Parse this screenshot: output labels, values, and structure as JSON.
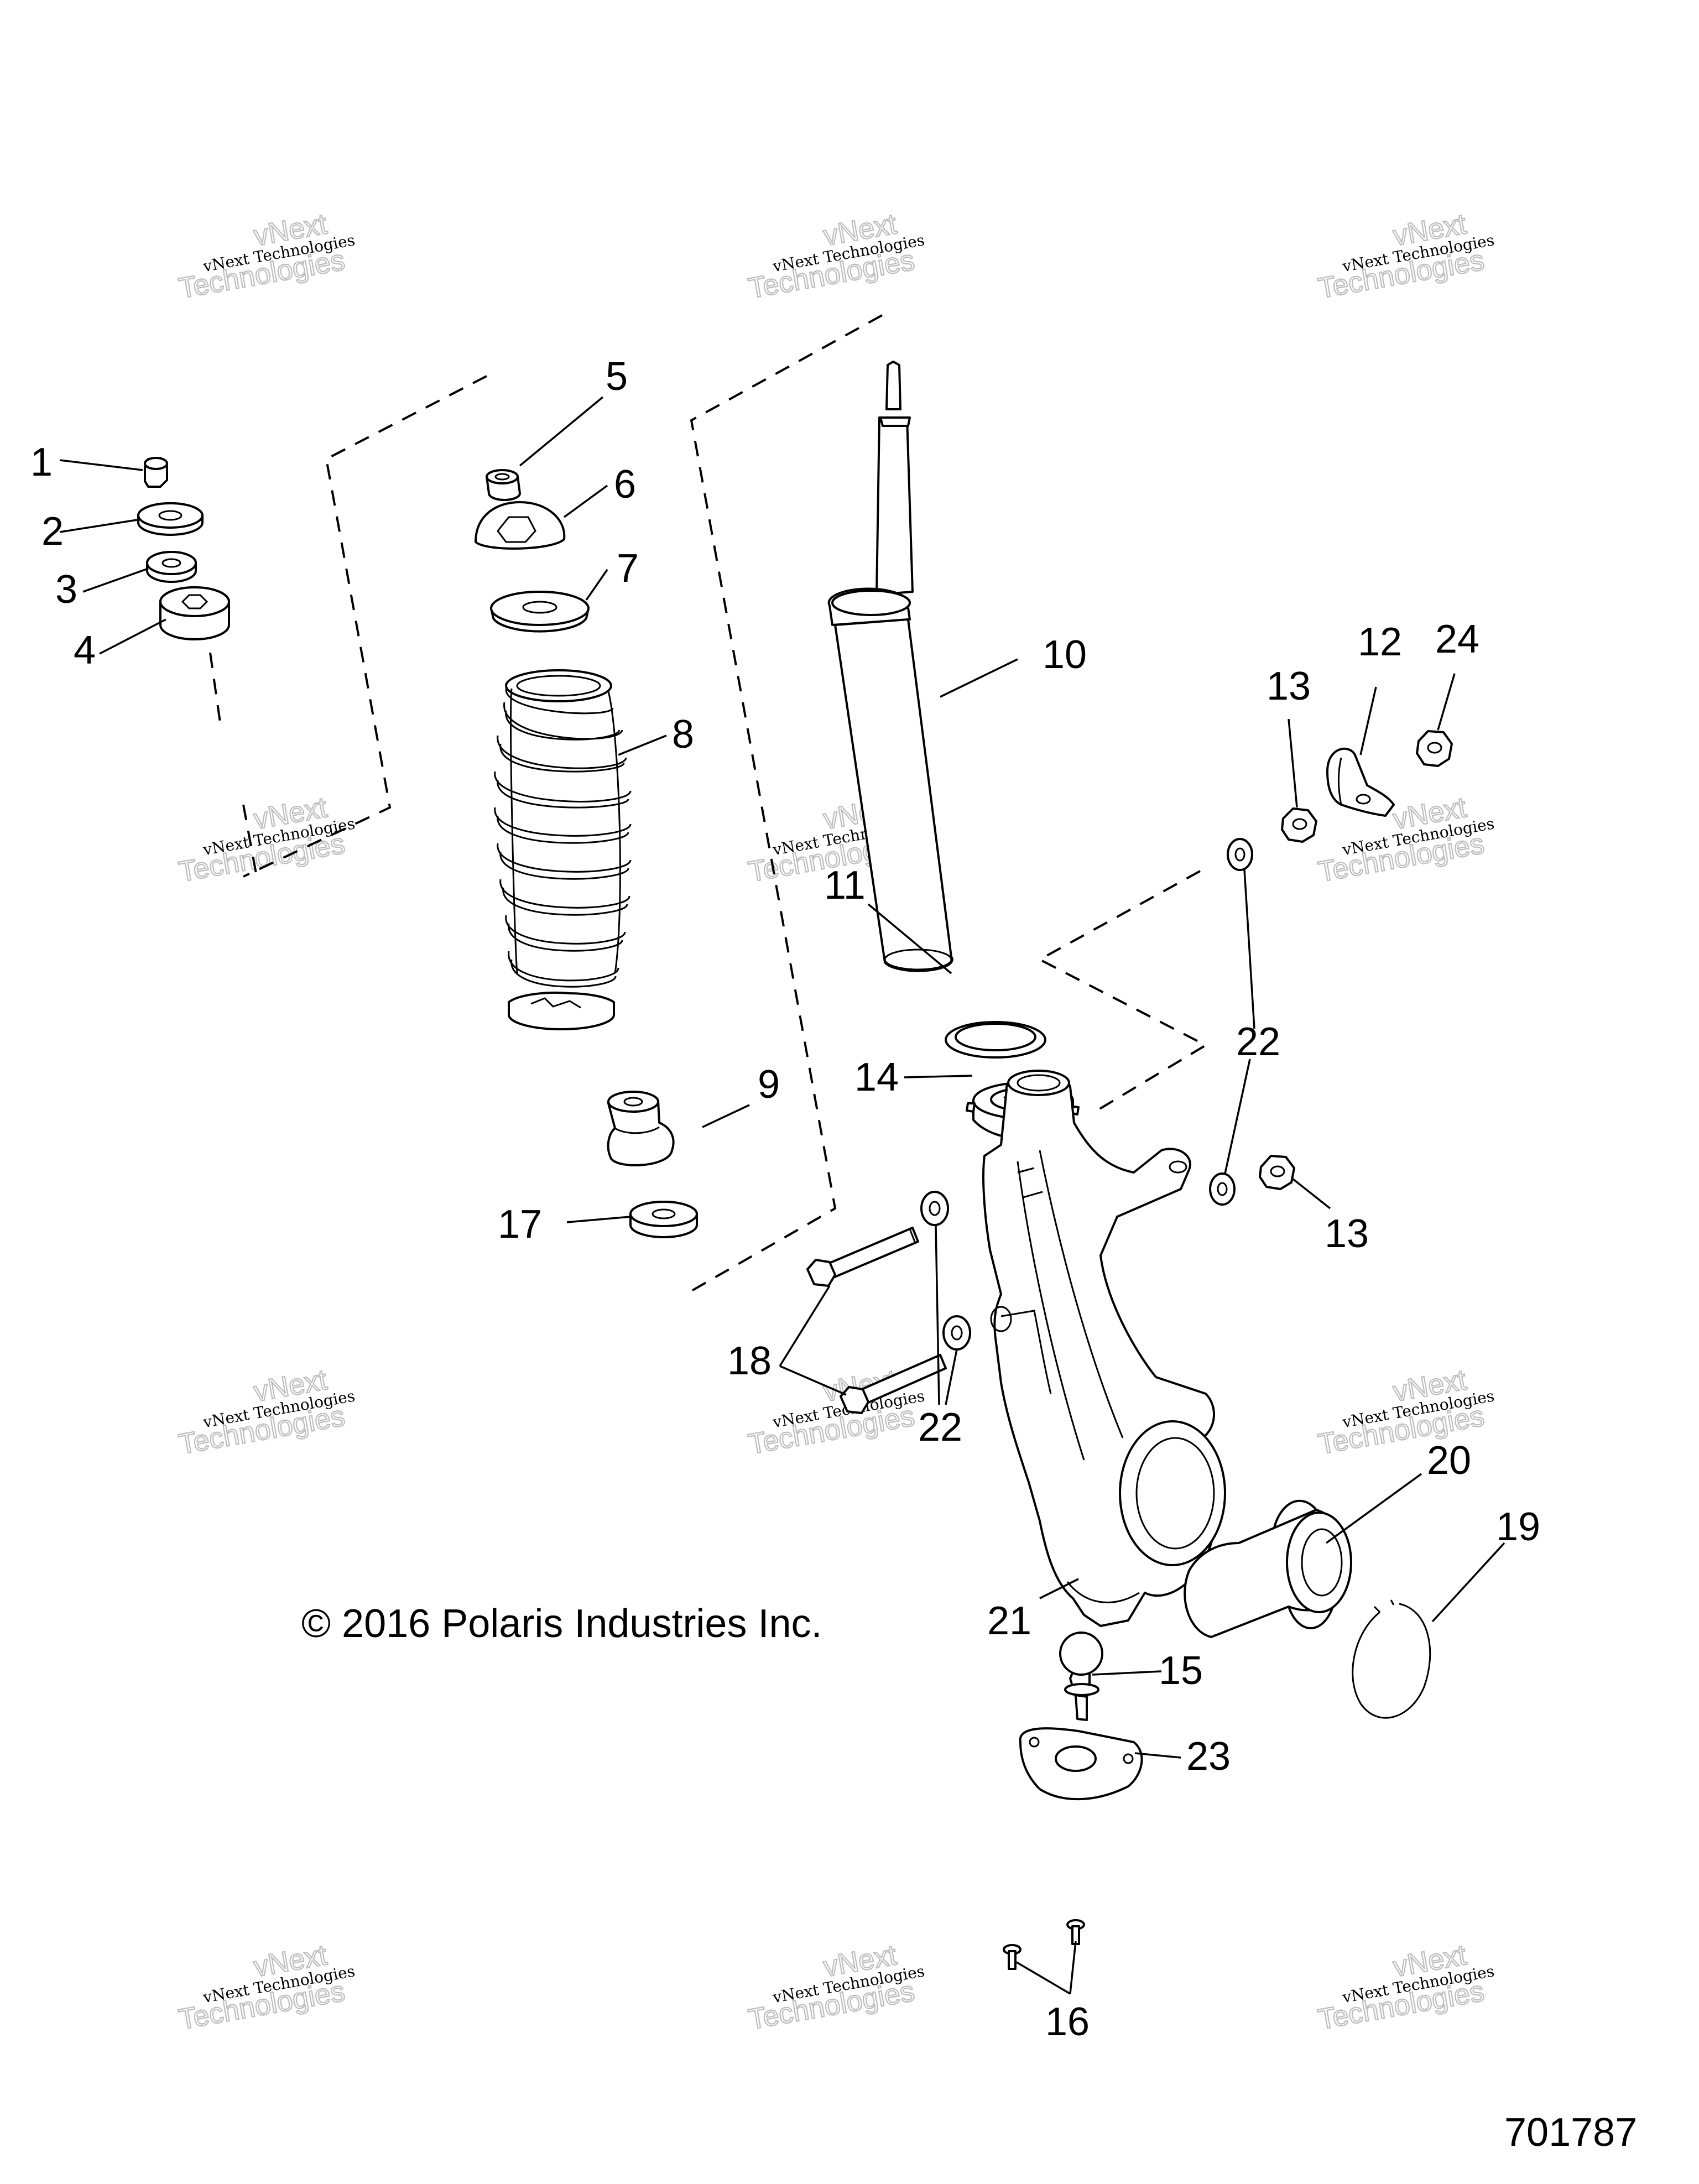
{
  "diagram": {
    "callouts": [
      "1",
      "2",
      "3",
      "4",
      "5",
      "6",
      "7",
      "8",
      "9",
      "10",
      "11",
      "12",
      "13",
      "13",
      "14",
      "15",
      "16",
      "17",
      "18",
      "19",
      "20",
      "21",
      "22",
      "22",
      "23",
      "24"
    ],
    "watermark_line1": "vNext Technologies",
    "watermark_line2": "vNext",
    "watermark_line3": "Technologies",
    "copyright": "© 2016 Polaris Industries Inc.",
    "drawing_number": "701787"
  },
  "parts": [
    {
      "callout": "1",
      "icon": "hex-nut-icon"
    },
    {
      "callout": "2",
      "icon": "washer-icon"
    },
    {
      "callout": "3",
      "icon": "washer-icon"
    },
    {
      "callout": "4",
      "icon": "bushing-icon"
    },
    {
      "callout": "5",
      "icon": "nut-icon"
    },
    {
      "callout": "6",
      "icon": "dome-cap-icon"
    },
    {
      "callout": "7",
      "icon": "spring-seat-icon"
    },
    {
      "callout": "8",
      "icon": "coil-spring-icon"
    },
    {
      "callout": "9",
      "icon": "bump-stop-icon"
    },
    {
      "callout": "10",
      "icon": "shock-strut-icon"
    },
    {
      "callout": "11",
      "icon": "ring-icon"
    },
    {
      "callout": "12",
      "icon": "bracket-icon"
    },
    {
      "callout": "13",
      "icon": "hex-nut-icon"
    },
    {
      "callout": "14",
      "icon": "spring-seat-icon"
    },
    {
      "callout": "15",
      "icon": "ball-joint-icon"
    },
    {
      "callout": "16",
      "icon": "rivet-icon"
    },
    {
      "callout": "17",
      "icon": "washer-icon"
    },
    {
      "callout": "18",
      "icon": "bolt-icon"
    },
    {
      "callout": "19",
      "icon": "snap-ring-icon"
    },
    {
      "callout": "20",
      "icon": "bearing-icon"
    },
    {
      "callout": "21",
      "icon": "knuckle-icon"
    },
    {
      "callout": "22",
      "icon": "washer-icon"
    },
    {
      "callout": "23",
      "icon": "plate-icon"
    },
    {
      "callout": "24",
      "icon": "hex-nut-icon"
    }
  ]
}
